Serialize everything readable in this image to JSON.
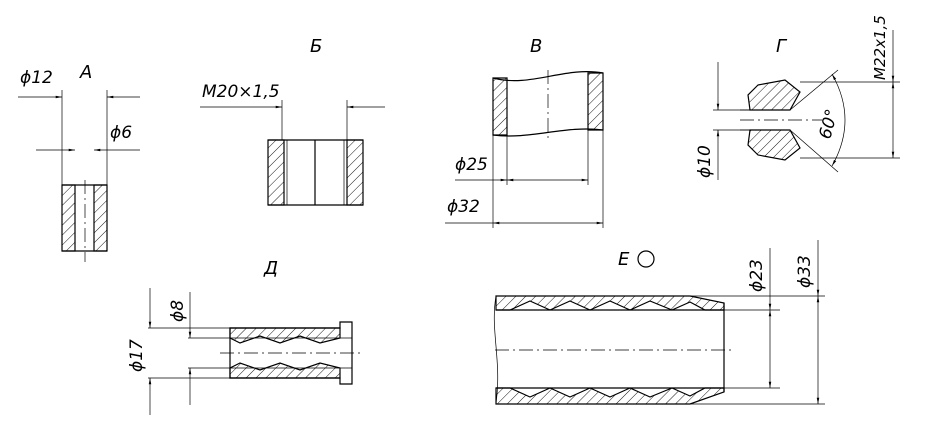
{
  "labels": {
    "a": "А",
    "b": "Б",
    "v": "В",
    "g": "Г",
    "d": "Д",
    "e": "Е"
  },
  "dims": {
    "a_outer": "ϕ12",
    "a_inner": "ϕ6",
    "b_thread": "M20×1,5",
    "v_inner": "ϕ25",
    "v_outer": "ϕ32",
    "g_thread": "M22x1,5",
    "g_angle": "60°",
    "g_diam": "ϕ10",
    "d_inner": "ϕ8",
    "d_outer": "ϕ17",
    "e_inner": "ϕ23",
    "e_outer": "ϕ33"
  }
}
